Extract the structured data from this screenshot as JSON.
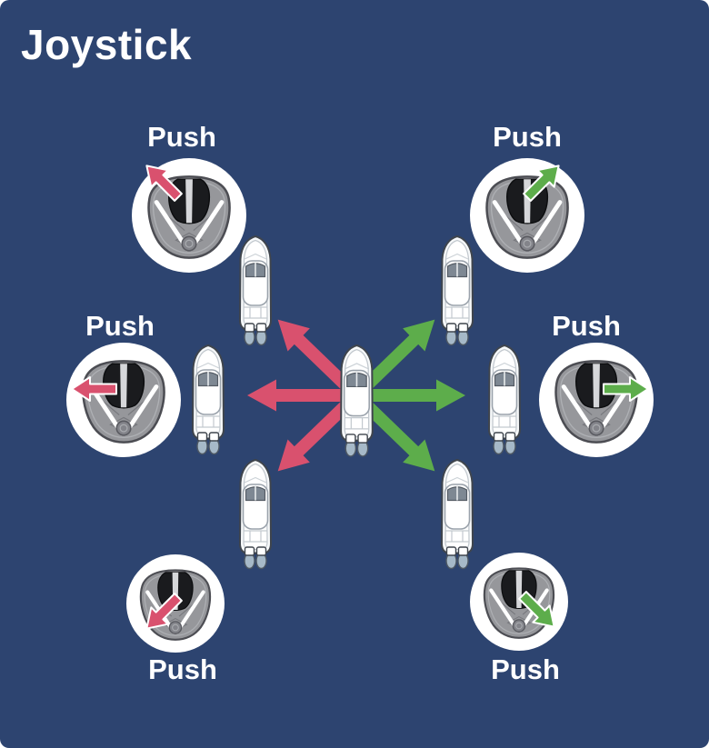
{
  "title": "Joystick",
  "colors": {
    "background": "#2d4470",
    "red_arrow": "#d9516e",
    "green_arrow": "#5dad4b",
    "text": "#ffffff",
    "joystick_circle": "#ffffff"
  },
  "joysticks": [
    {
      "position": "top-left",
      "label": "Push",
      "arrow_direction": "up-left",
      "arrow_color": "red",
      "label_placement": "above"
    },
    {
      "position": "top-right",
      "label": "Push",
      "arrow_direction": "up-right",
      "arrow_color": "green",
      "label_placement": "above"
    },
    {
      "position": "left",
      "label": "Push",
      "arrow_direction": "left",
      "arrow_color": "red",
      "label_placement": "above"
    },
    {
      "position": "right",
      "label": "Push",
      "arrow_direction": "right",
      "arrow_color": "green",
      "label_placement": "above"
    },
    {
      "position": "bottom-left",
      "label": "Push",
      "arrow_direction": "down-left",
      "arrow_color": "red",
      "label_placement": "below"
    },
    {
      "position": "bottom-right",
      "label": "Push",
      "arrow_direction": "down-right",
      "arrow_color": "green",
      "label_placement": "below"
    }
  ],
  "center_arrows": [
    {
      "direction": "up-left",
      "color": "red"
    },
    {
      "direction": "left",
      "color": "red"
    },
    {
      "direction": "down-left",
      "color": "red"
    },
    {
      "direction": "up-right",
      "color": "green"
    },
    {
      "direction": "right",
      "color": "green"
    },
    {
      "direction": "down-right",
      "color": "green"
    }
  ],
  "boats": [
    {
      "position": "center"
    },
    {
      "position": "up-left"
    },
    {
      "position": "up-right"
    },
    {
      "position": "left"
    },
    {
      "position": "right"
    },
    {
      "position": "down-left"
    },
    {
      "position": "down-right"
    }
  ]
}
